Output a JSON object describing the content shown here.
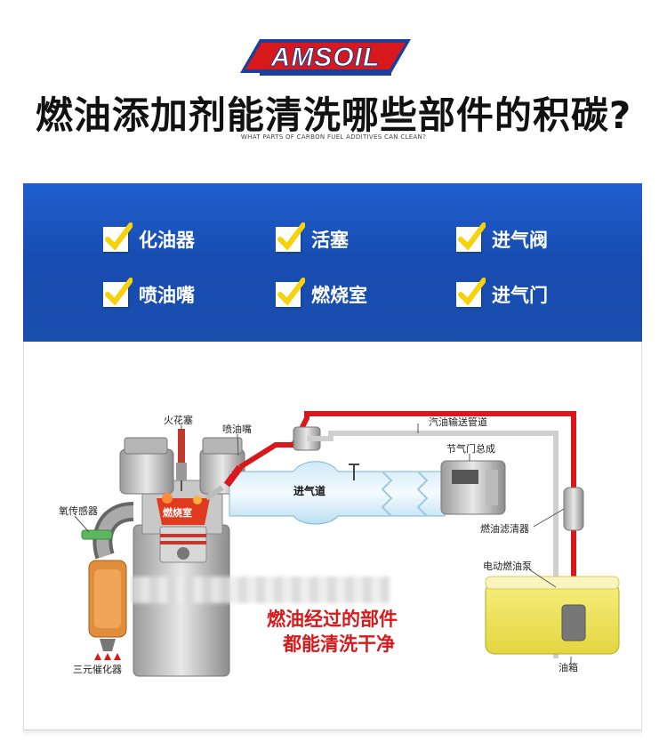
{
  "header": {
    "logo_text": "AMSOIL",
    "title": "燃油添加剂能清洗哪些部件的积碳?",
    "subtitle": "WHAT PARTS OF CARBON FUEL ADDITIVES CAN CLEAN?"
  },
  "checklist": {
    "items": [
      {
        "label": "化油器"
      },
      {
        "label": "活塞"
      },
      {
        "label": "进气阀"
      },
      {
        "label": "喷油嘴"
      },
      {
        "label": "燃烧室"
      },
      {
        "label": "进气门"
      }
    ]
  },
  "diagram": {
    "labels": {
      "spark_plug": "火花塞",
      "injector": "喷油嘴",
      "fuel_line": "汽油输送管道",
      "throttle": "节气门总成",
      "intake": "进气道",
      "oxygen_sensor": "氧传感器",
      "combustion": "燃烧室",
      "fuel_filter": "燃油滤清器",
      "fuel_pump": "电动燃油泵",
      "catalytic": "三元催化器",
      "fuel_tank": "油箱"
    },
    "message_line1": "燃油经过的部件",
    "message_line2": "都能清洗干净"
  },
  "colors": {
    "brand_red": "#d7191c",
    "panel_blue": "#1a52bb",
    "check_yellow": "#f6d20a",
    "fuel_yellow": "#f1e56a"
  }
}
